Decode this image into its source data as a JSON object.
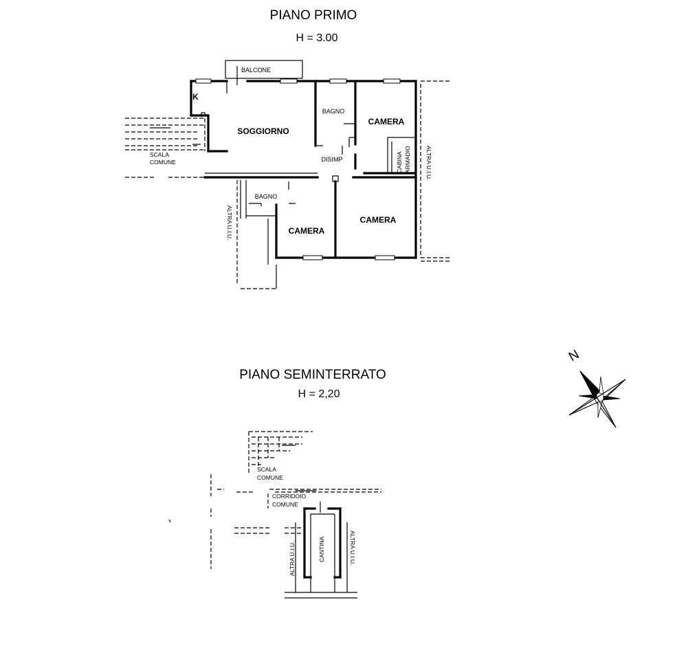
{
  "floor1": {
    "title": "PIANO PRIMO",
    "height": "H = 3.00",
    "labels": {
      "balcone": "BALCONE",
      "k": "K",
      "soggiorno": "SOGGIORNO",
      "bagno_top": "BAGNO",
      "camera_top": "CAMERA",
      "disimp": "DISIMP",
      "cabina_1": "CABINA",
      "cabina_2": "ARMADIO",
      "altra_right": "ALTRA U.I.U.",
      "scala_1": "SCALA",
      "scala_2": "COMUNE",
      "bagno_bottom": "BAGNO",
      "camera_bl": "CAMERA",
      "camera_br": "CAMERA",
      "altra_left": "ALTRA U.I.U."
    }
  },
  "basement": {
    "title": "PIANO SEMINTERRATO",
    "height": "H = 2,20",
    "labels": {
      "scala_1": "SCALA",
      "scala_2": "COMUNE",
      "corridoio_1": "CORRIDOIO",
      "corridoio_2": "COMUNE",
      "cantina": "CANTINA",
      "altra_left": "ALTRA U.I.U.",
      "altra_right": "ALTRA U.I.U."
    }
  },
  "compass": {
    "north_label": "N",
    "icon": "compass-rose-icon"
  }
}
